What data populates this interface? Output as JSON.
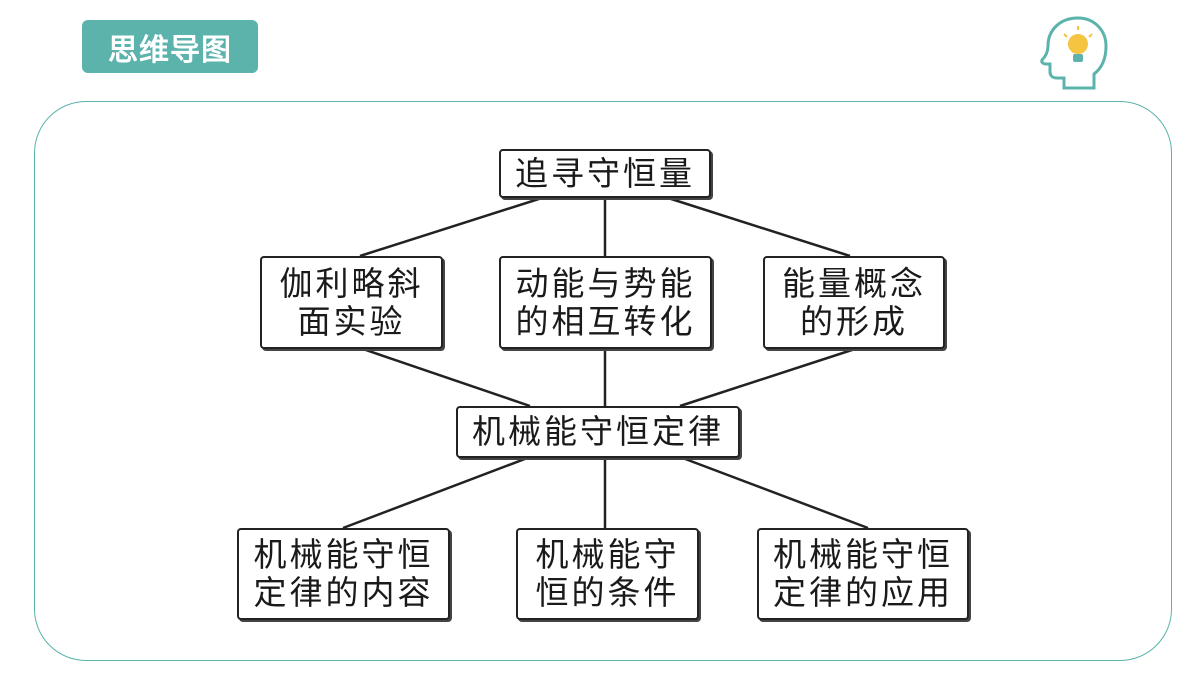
{
  "header": {
    "title": "思维导图"
  },
  "icons": {
    "head": "head-lightbulb-icon",
    "accent": "#5bb3ac"
  },
  "mindmap": {
    "root": "追寻守恒量",
    "branches": [
      "伽利略斜面实验",
      "动能与势能的相互转化",
      "能量概念的形成"
    ],
    "center": "机械能守恒定律",
    "leaves": [
      "机械能守恒定律的内容",
      "机械能守恒的条件",
      "机械能守恒定律的应用"
    ]
  }
}
